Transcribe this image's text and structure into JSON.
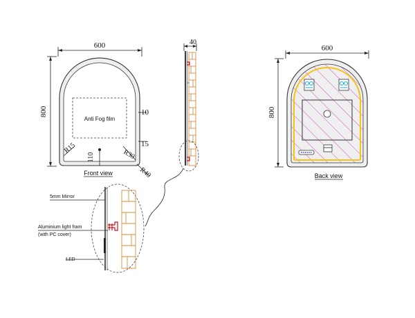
{
  "front_view": {
    "width_dim": "600",
    "height_dim": "800",
    "film_label": "Anti Fog film",
    "dim_top_right": "10",
    "dim_mid_right": "15",
    "dim_bottom_center": "110",
    "radius_left": "R15",
    "radius_right_inner": "R30",
    "radius_right_outer": "R40",
    "caption": "Front view"
  },
  "side_view": {
    "depth_dim": "40"
  },
  "back_view": {
    "width_dim": "600",
    "height_dim": "800",
    "caption": "Back view"
  },
  "detail_view": {
    "mirror_label": "5mm Mirror",
    "frame_label_line1": "Aluminium light fram",
    "frame_label_line2": "(with PC cover)",
    "led_label": "LED"
  },
  "colors": {
    "brick": "#d98a3a",
    "led_red": "#d0141c",
    "fixing_blue": "#27a9d6",
    "hatch_pink": "#d13fbf",
    "led_strip_yellow": "#f3c316"
  }
}
